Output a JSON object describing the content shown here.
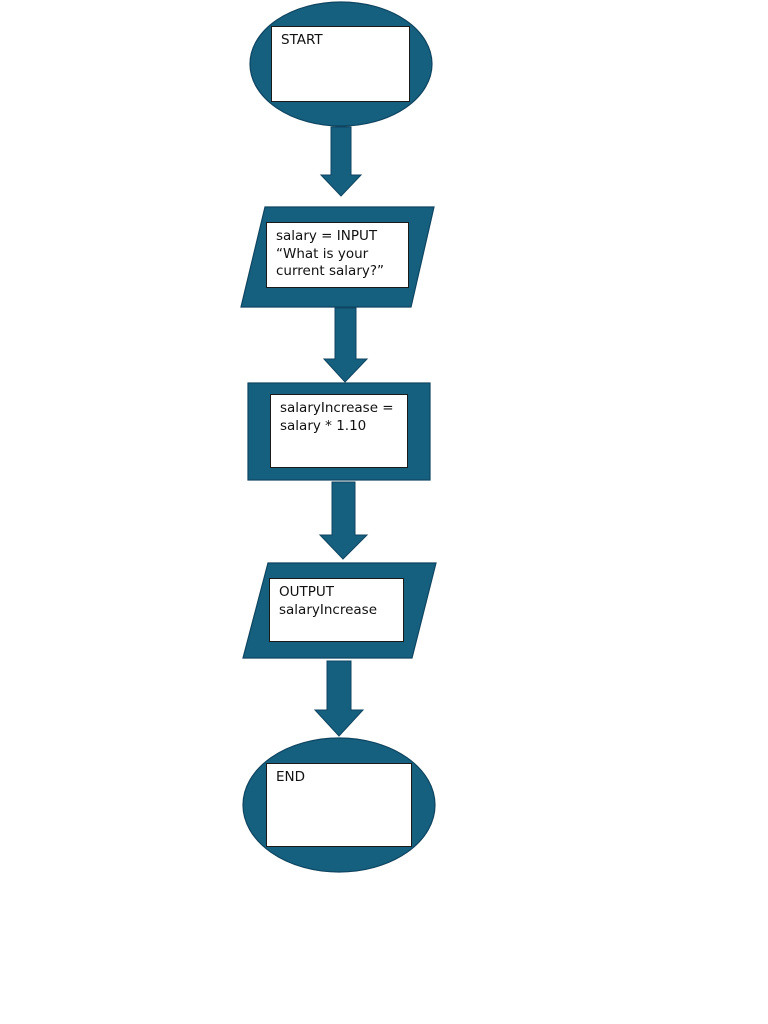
{
  "colors": {
    "shape_fill": "#15607f",
    "shape_stroke": "#0f4560",
    "label_background": "#ffffff"
  },
  "steps": [
    {
      "id": "start",
      "type": "terminator",
      "text": "START"
    },
    {
      "id": "input",
      "type": "input-output",
      "text": "salary = INPUT\n“What is your\ncurrent salary?”"
    },
    {
      "id": "process",
      "type": "process",
      "text": "salaryIncrease =\nsalary * 1.10"
    },
    {
      "id": "output",
      "type": "input-output",
      "text": "OUTPUT\nsalaryIncrease"
    },
    {
      "id": "end",
      "type": "terminator",
      "text": "END"
    }
  ]
}
